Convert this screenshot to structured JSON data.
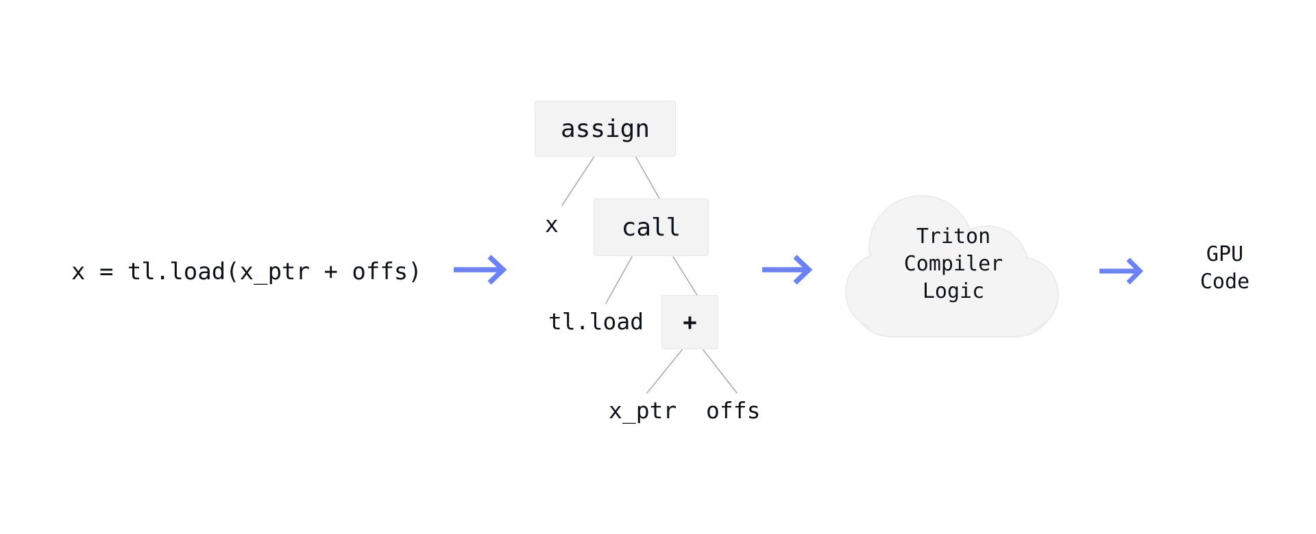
{
  "diagram": {
    "title": "Triton source to GPU code compilation pipeline",
    "background_color": "#ffffff",
    "text_color": "#0d1117",
    "arrow_color": "#6b82f7",
    "node_fill_color": "#f3f3f3",
    "node_border_color": "#e7e7e7",
    "edge_color": "#a8aab5",
    "cloud_fill_color": "#f4f4f4",
    "cloud_border_color": "#ebebeb"
  },
  "stages": {
    "source": {
      "label": "source-code",
      "code": "x = tl.load(x_ptr + offs)"
    },
    "ast": {
      "label": "abstract-syntax-tree",
      "nodes": [
        {
          "id": "assign",
          "label": "assign",
          "kind": "box"
        },
        {
          "id": "x",
          "label": "x",
          "kind": "leaf"
        },
        {
          "id": "call",
          "label": "call",
          "kind": "box"
        },
        {
          "id": "tl_load",
          "label": "tl.load",
          "kind": "leaf"
        },
        {
          "id": "plus",
          "label": "+",
          "kind": "box"
        },
        {
          "id": "x_ptr",
          "label": "x_ptr",
          "kind": "leaf"
        },
        {
          "id": "offs",
          "label": "offs",
          "kind": "leaf"
        }
      ],
      "edges": [
        {
          "from": "assign",
          "to": "x"
        },
        {
          "from": "assign",
          "to": "call"
        },
        {
          "from": "call",
          "to": "tl_load"
        },
        {
          "from": "call",
          "to": "plus"
        },
        {
          "from": "plus",
          "to": "x_ptr"
        },
        {
          "from": "plus",
          "to": "offs"
        }
      ]
    },
    "compiler": {
      "label": "triton-compiler-cloud",
      "text": "Triton\nCompiler\nLogic",
      "shape": "cloud"
    },
    "output": {
      "label": "gpu-code",
      "text": "GPU\nCode"
    }
  },
  "arrows": [
    {
      "id": "arrow-source-to-ast",
      "icon": "right-arrow-icon"
    },
    {
      "id": "arrow-ast-to-compiler",
      "icon": "right-arrow-icon"
    },
    {
      "id": "arrow-compiler-to-output",
      "icon": "right-arrow-icon"
    }
  ]
}
